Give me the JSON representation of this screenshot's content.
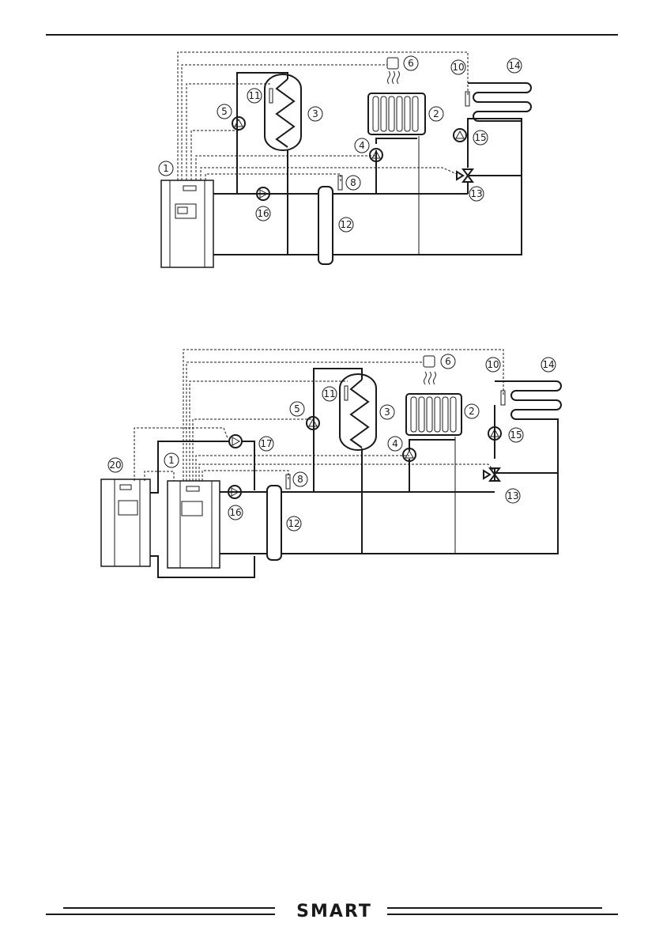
{
  "diagram1": {
    "callouts": [
      "1",
      "2",
      "3",
      "4",
      "5",
      "6",
      "8",
      "10",
      "11",
      "12",
      "13",
      "14",
      "15",
      "16"
    ]
  },
  "diagram2": {
    "callouts": [
      "1",
      "2",
      "3",
      "4",
      "5",
      "6",
      "8",
      "10",
      "11",
      "12",
      "13",
      "14",
      "15",
      "16",
      "17",
      "20"
    ]
  },
  "footer": {
    "logo": "SMART"
  }
}
